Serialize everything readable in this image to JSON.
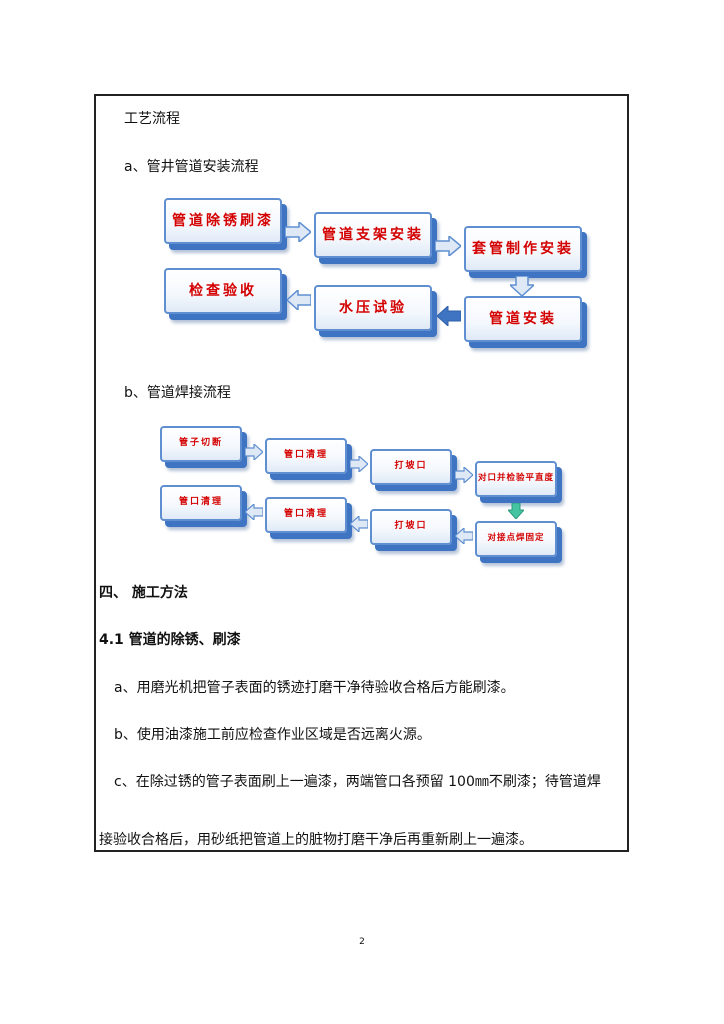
{
  "section_title": "工艺流程",
  "sub_a": "a、管井管道安装流程",
  "flow_a": [
    "管道除锈刷漆",
    "管道支架安装",
    "套管制作安装",
    "管道安装",
    "水压试验",
    "检查验收"
  ],
  "sub_b": "b、管道焊接流程",
  "flow_b": [
    "管子切断",
    "管口清理",
    "打坡口",
    "对口并检验平直度",
    "对接点焊固定",
    "打坡口",
    "管口清理",
    "管口清理"
  ],
  "heading4": "四、 施工方法",
  "heading41": "4.1 管道的除锈、刷漆",
  "para_a": "a、用磨光机把管子表面的锈迹打磨干净待验收合格后方能刷漆。",
  "para_b": "b、使用油漆施工前应检查作业区域是否远离火源。",
  "para_c1": "c、在除过锈的管子表面刷上一遍漆，两端管口各预留 100㎜不刷漆；待管道焊",
  "para_c2": "接验收合格后，用砂纸把管道上的脏物打磨干净后再重新刷上一遍漆。",
  "page_number": "2",
  "colors": {
    "box_text": "#d40000",
    "box_edge": "#3f74c2"
  }
}
